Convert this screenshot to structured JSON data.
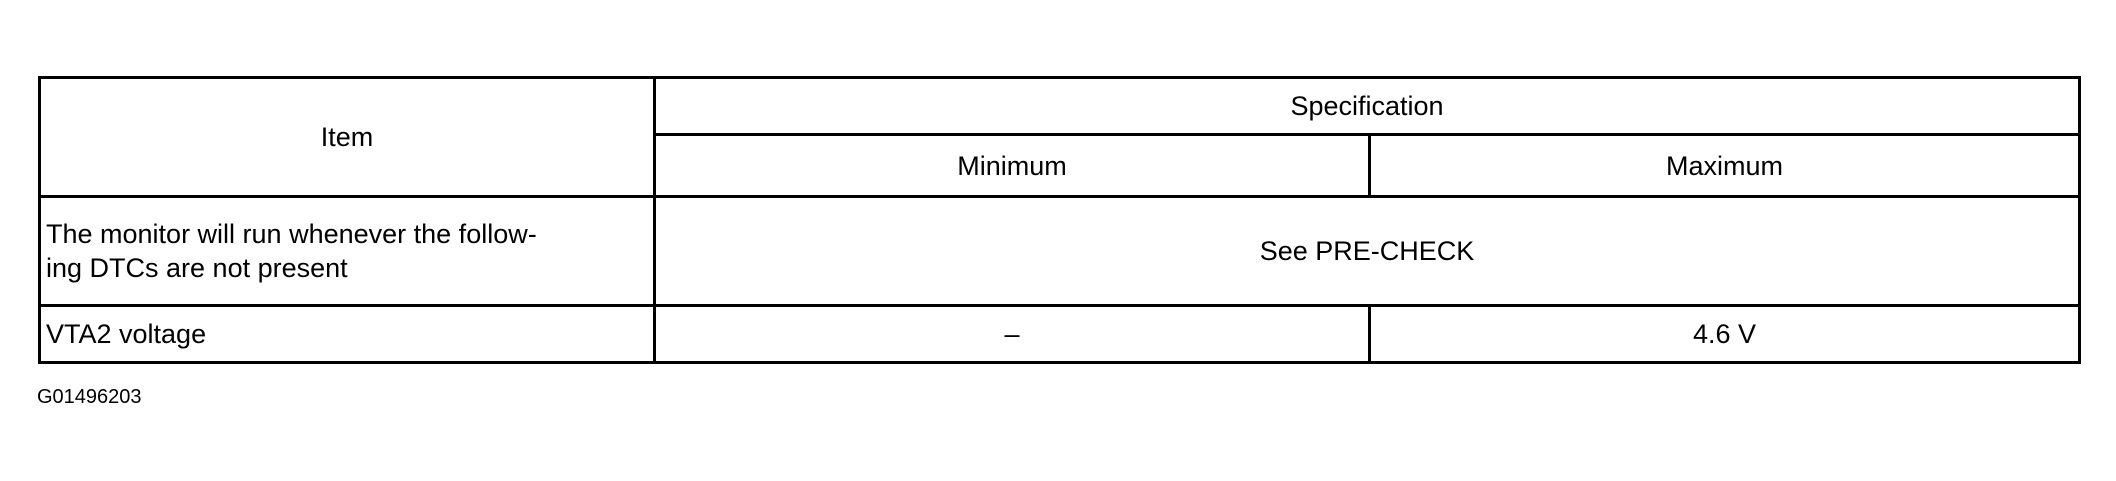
{
  "table": {
    "header": {
      "item": "Item",
      "specification": "Specification",
      "minimum": "Minimum",
      "maximum": "Maximum"
    },
    "rows": [
      {
        "item": "The monitor will run whenever the follow-ing DTCs are not present",
        "item_line1": "The monitor will run whenever the follow-",
        "item_line2": "ing DTCs are not present",
        "spec_merged": "See PRE-CHECK"
      },
      {
        "item": "VTA2 voltage",
        "minimum": "–",
        "maximum": "4.6 V"
      }
    ]
  },
  "figure_code": "G01496203"
}
